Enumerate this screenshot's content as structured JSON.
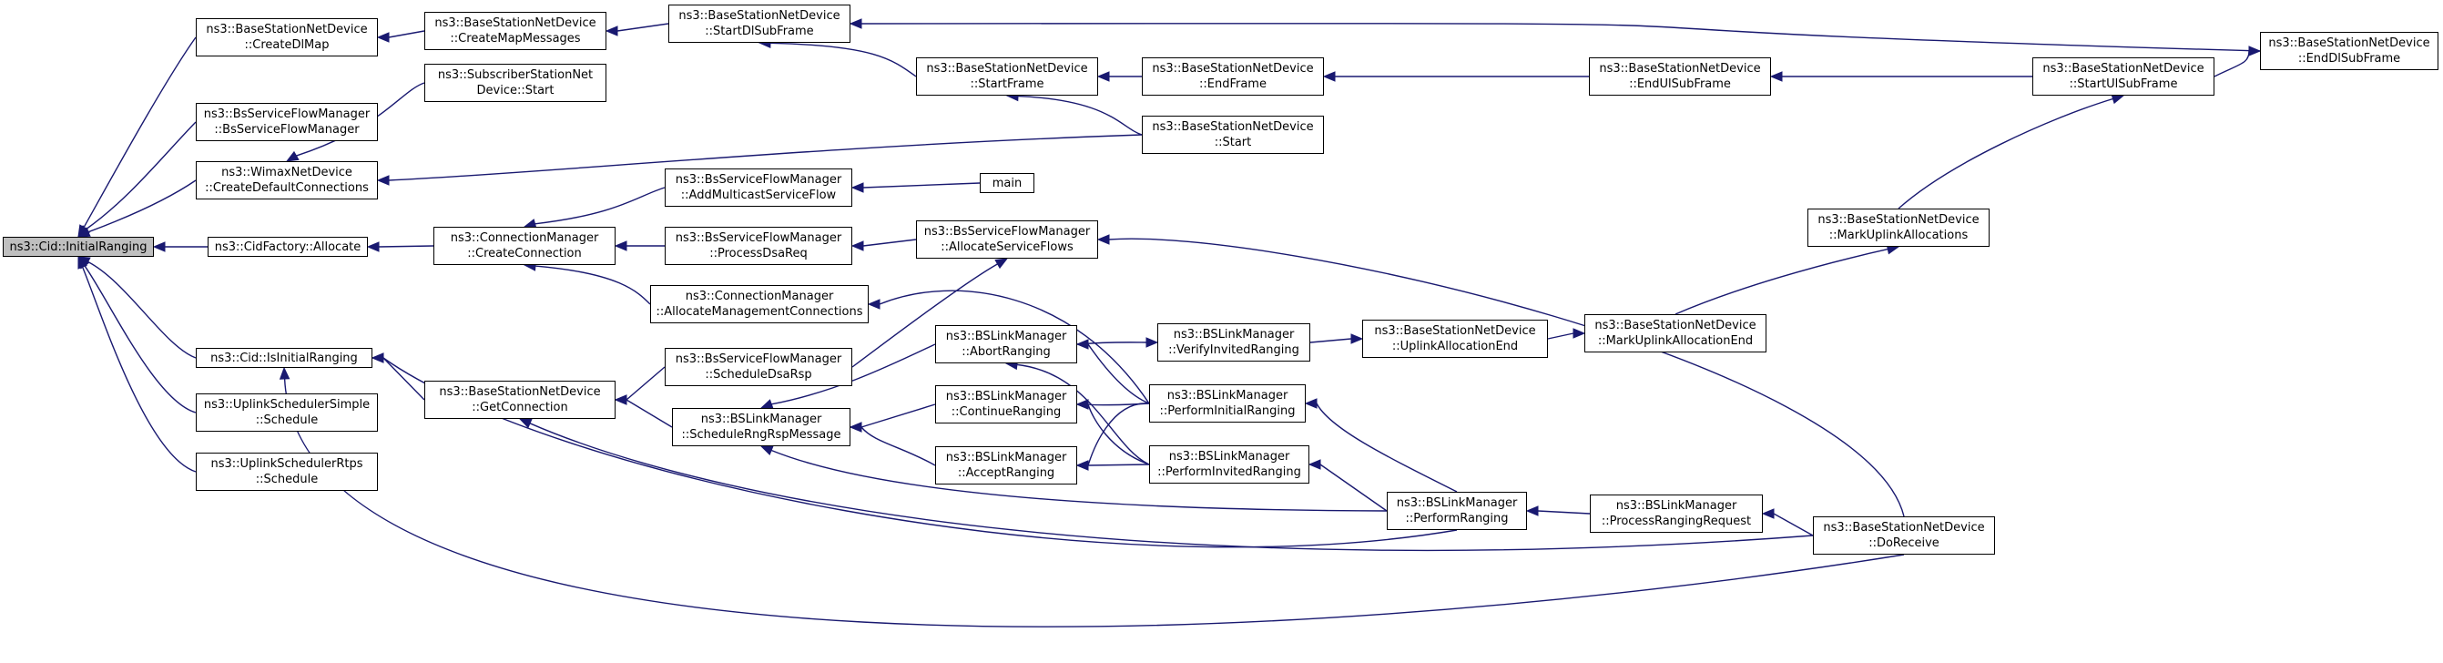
{
  "colors": {
    "edge": "#191970",
    "root_fill": "#bfbfbf",
    "node_fill": "#ffffff",
    "node_border": "#000000"
  },
  "nodes": [
    {
      "id": "n0",
      "lines": [
        "ns3::Cid::InitialRanging"
      ],
      "root": true
    },
    {
      "id": "n1",
      "lines": [
        "ns3::BaseStationNetDevice",
        "::CreateDlMap"
      ]
    },
    {
      "id": "n2",
      "lines": [
        "ns3::BsServiceFlowManager",
        "::BsServiceFlowManager"
      ]
    },
    {
      "id": "n3",
      "lines": [
        "ns3::WimaxNetDevice",
        "::CreateDefaultConnections"
      ]
    },
    {
      "id": "n4",
      "lines": [
        "ns3::CidFactory::Allocate"
      ]
    },
    {
      "id": "n5",
      "lines": [
        "ns3::Cid::IsInitialRanging"
      ]
    },
    {
      "id": "n6",
      "lines": [
        "ns3::UplinkSchedulerSimple",
        "::Schedule"
      ]
    },
    {
      "id": "n7",
      "lines": [
        "ns3::UplinkSchedulerRtps",
        "::Schedule"
      ]
    },
    {
      "id": "n8",
      "lines": [
        "ns3::BaseStationNetDevice",
        "::CreateMapMessages"
      ]
    },
    {
      "id": "n9",
      "lines": [
        "ns3::SubscriberStationNet",
        "Device::Start"
      ]
    },
    {
      "id": "n10",
      "lines": [
        "ns3::ConnectionManager",
        "::CreateConnection"
      ]
    },
    {
      "id": "n11",
      "lines": [
        "ns3::BaseStationNetDevice",
        "::GetConnection"
      ]
    },
    {
      "id": "n12",
      "lines": [
        "ns3::BaseStationNetDevice",
        "::StartDlSubFrame"
      ]
    },
    {
      "id": "n13",
      "lines": [
        "ns3::BsServiceFlowManager",
        "::AddMulticastServiceFlow"
      ]
    },
    {
      "id": "n14",
      "lines": [
        "ns3::BsServiceFlowManager",
        "::ProcessDsaReq"
      ]
    },
    {
      "id": "n15",
      "lines": [
        "ns3::ConnectionManager",
        "::AllocateManagementConnections"
      ]
    },
    {
      "id": "n16",
      "lines": [
        "ns3::BsServiceFlowManager",
        "::ScheduleDsaRsp"
      ]
    },
    {
      "id": "n17",
      "lines": [
        "ns3::BSLinkManager",
        "::ScheduleRngRspMessage"
      ]
    },
    {
      "id": "n18",
      "lines": [
        "ns3::BaseStationNetDevice",
        "::StartFrame"
      ]
    },
    {
      "id": "n19",
      "lines": [
        "main"
      ]
    },
    {
      "id": "n20",
      "lines": [
        "ns3::BsServiceFlowManager",
        "::AllocateServiceFlows"
      ]
    },
    {
      "id": "n21",
      "lines": [
        "ns3::BSLinkManager",
        "::AbortRanging"
      ]
    },
    {
      "id": "n22",
      "lines": [
        "ns3::BSLinkManager",
        "::ContinueRanging"
      ]
    },
    {
      "id": "n23",
      "lines": [
        "ns3::BSLinkManager",
        "::AcceptRanging"
      ]
    },
    {
      "id": "n24",
      "lines": [
        "ns3::BaseStationNetDevice",
        "::EndFrame"
      ]
    },
    {
      "id": "n25",
      "lines": [
        "ns3::BaseStationNetDevice",
        "::Start"
      ]
    },
    {
      "id": "n26",
      "lines": [
        "ns3::BSLinkManager",
        "::VerifyInvitedRanging"
      ]
    },
    {
      "id": "n27",
      "lines": [
        "ns3::BSLinkManager",
        "::PerformInitialRanging"
      ]
    },
    {
      "id": "n28",
      "lines": [
        "ns3::BSLinkManager",
        "::PerformInvitedRanging"
      ]
    },
    {
      "id": "n29",
      "lines": [
        "ns3::BaseStationNetDevice",
        "::UplinkAllocationEnd"
      ]
    },
    {
      "id": "n30",
      "lines": [
        "ns3::BSLinkManager",
        "::PerformRanging"
      ]
    },
    {
      "id": "n31",
      "lines": [
        "ns3::BaseStationNetDevice",
        "::EndUlSubFrame"
      ]
    },
    {
      "id": "n32",
      "lines": [
        "ns3::BaseStationNetDevice",
        "::MarkUplinkAllocationEnd"
      ]
    },
    {
      "id": "n33",
      "lines": [
        "ns3::BSLinkManager",
        "::ProcessRangingRequest"
      ]
    },
    {
      "id": "n34",
      "lines": [
        "ns3::BaseStationNetDevice",
        "::StartUlSubFrame"
      ]
    },
    {
      "id": "n35",
      "lines": [
        "ns3::BaseStationNetDevice",
        "::MarkUplinkAllocations"
      ]
    },
    {
      "id": "n36",
      "lines": [
        "ns3::BaseStationNetDevice",
        "::DoReceive"
      ]
    },
    {
      "id": "n37",
      "lines": [
        "ns3::BaseStationNetDevice",
        "::EndDlSubFrame"
      ]
    }
  ],
  "edges": [
    {
      "from": "n1",
      "to": "n0"
    },
    {
      "from": "n2",
      "to": "n0"
    },
    {
      "from": "n3",
      "to": "n0"
    },
    {
      "from": "n4",
      "to": "n0"
    },
    {
      "from": "n5",
      "to": "n0"
    },
    {
      "from": "n6",
      "to": "n0"
    },
    {
      "from": "n7",
      "to": "n0"
    },
    {
      "from": "n8",
      "to": "n1"
    },
    {
      "from": "n12",
      "to": "n8"
    },
    {
      "from": "n37",
      "to": "n12"
    },
    {
      "from": "n18",
      "to": "n12"
    },
    {
      "from": "n24",
      "to": "n18"
    },
    {
      "from": "n25",
      "to": "n18"
    },
    {
      "from": "n31",
      "to": "n24"
    },
    {
      "from": "n34",
      "to": "n31"
    },
    {
      "from": "n34",
      "to": "n37"
    },
    {
      "from": "n35",
      "to": "n34"
    },
    {
      "from": "n32",
      "to": "n35"
    },
    {
      "from": "n29",
      "to": "n32"
    },
    {
      "from": "n26",
      "to": "n29"
    },
    {
      "from": "n21",
      "to": "n26"
    },
    {
      "from": "n9",
      "to": "n3"
    },
    {
      "from": "n25",
      "to": "n3"
    },
    {
      "from": "n10",
      "to": "n4"
    },
    {
      "from": "n13",
      "to": "n10"
    },
    {
      "from": "n14",
      "to": "n10"
    },
    {
      "from": "n15",
      "to": "n10"
    },
    {
      "from": "n19",
      "to": "n13"
    },
    {
      "from": "n20",
      "to": "n14"
    },
    {
      "from": "n36",
      "to": "n20"
    },
    {
      "from": "n16",
      "to": "n20"
    },
    {
      "from": "n27",
      "to": "n15"
    },
    {
      "from": "n11",
      "to": "n5"
    },
    {
      "from": "n30",
      "to": "n5"
    },
    {
      "from": "n36",
      "to": "n5"
    },
    {
      "from": "n16",
      "to": "n11"
    },
    {
      "from": "n17",
      "to": "n11"
    },
    {
      "from": "n36",
      "to": "n11"
    },
    {
      "from": "n21",
      "to": "n17"
    },
    {
      "from": "n22",
      "to": "n17"
    },
    {
      "from": "n23",
      "to": "n17"
    },
    {
      "from": "n30",
      "to": "n17"
    },
    {
      "from": "n27",
      "to": "n21"
    },
    {
      "from": "n28",
      "to": "n21"
    },
    {
      "from": "n27",
      "to": "n22"
    },
    {
      "from": "n28",
      "to": "n22"
    },
    {
      "from": "n27",
      "to": "n23"
    },
    {
      "from": "n28",
      "to": "n23"
    },
    {
      "from": "n30",
      "to": "n27"
    },
    {
      "from": "n30",
      "to": "n28"
    },
    {
      "from": "n33",
      "to": "n30"
    },
    {
      "from": "n36",
      "to": "n33"
    }
  ]
}
